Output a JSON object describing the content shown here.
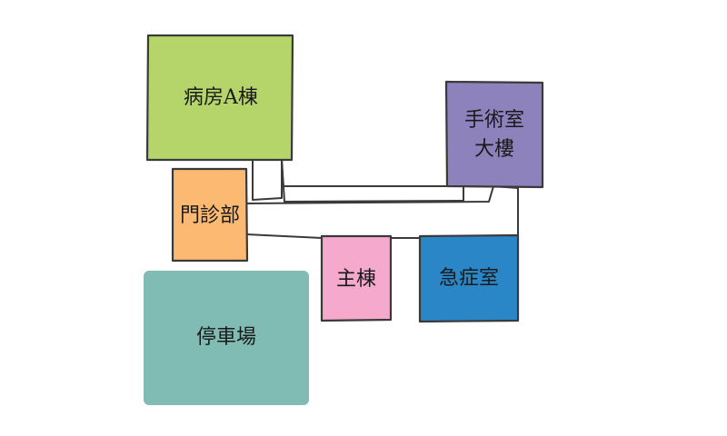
{
  "map": {
    "buildings": {
      "ward_a": {
        "label": "病房A棟",
        "color": "#b5d56b"
      },
      "surgery": {
        "label_line1": "手術室",
        "label_line2": "大樓",
        "color": "#8e82bd"
      },
      "outpatient": {
        "label": "門診部",
        "color": "#fbb971"
      },
      "main": {
        "label": "主棟",
        "color": "#f5a9cc"
      },
      "emergency": {
        "label": "急症室",
        "color": "#2b86c8"
      },
      "parking": {
        "label": "停車場",
        "color": "#80bcb4"
      }
    },
    "outline_color": "#3a3a3a"
  }
}
